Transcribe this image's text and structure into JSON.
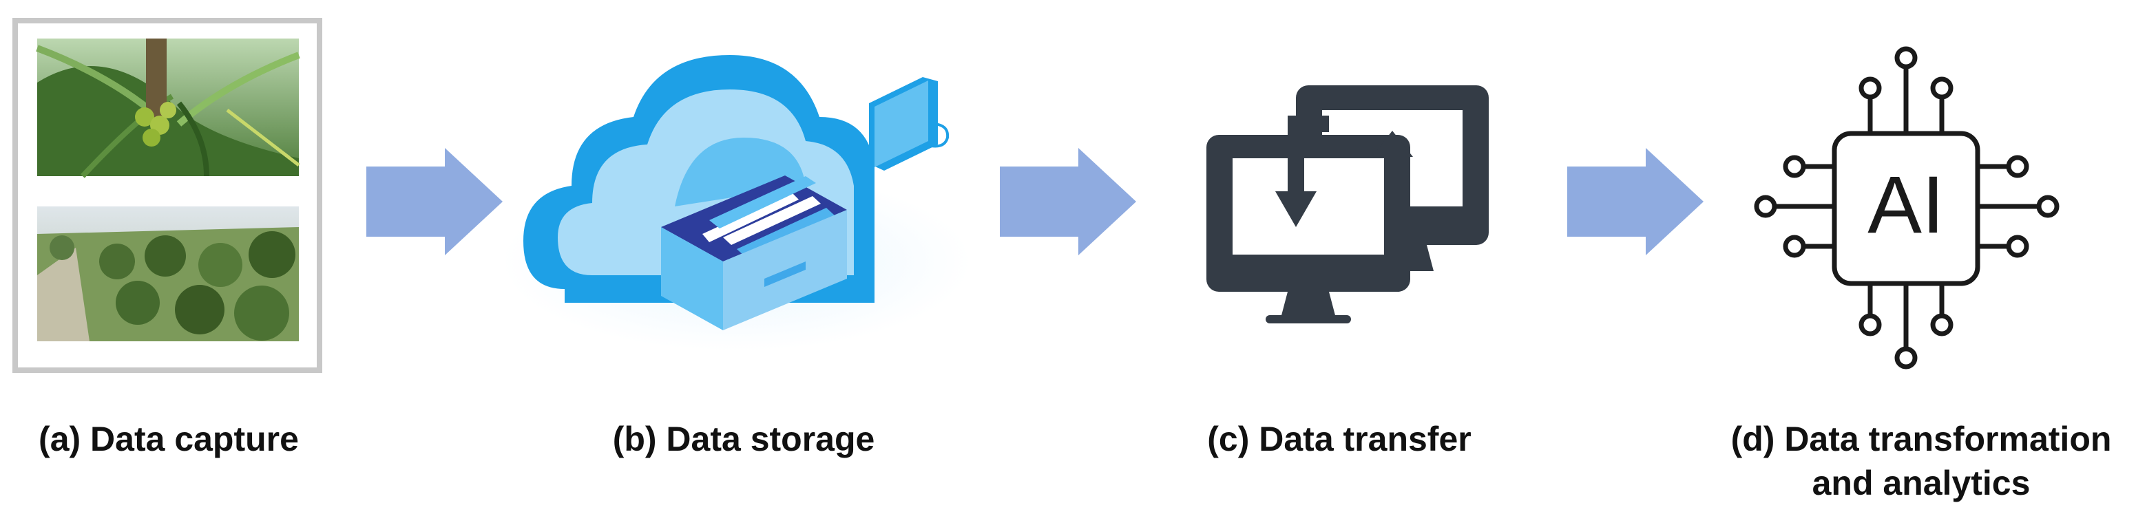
{
  "colors": {
    "arrow": "#8fabe0",
    "frame": "#c8c8c8",
    "cloud_dark": "#1ea0e6",
    "cloud_light": "#a9dcf8",
    "cloud_mid": "#62c1f2",
    "drawer": "#8ccdf3",
    "drawer_inner": "#2d3d9c",
    "monitor": "#343c46",
    "ai_chip": "#1a1a1a"
  },
  "icons": {
    "a": "photo-frame-icon",
    "b": "cloud-storage-icon",
    "c": "monitors-transfer-icon",
    "d": "ai-chip-icon"
  },
  "steps": {
    "a": {
      "caption": "(a) Data capture"
    },
    "b": {
      "caption": "(b) Data storage"
    },
    "c": {
      "caption": "(c) Data transfer"
    },
    "d": {
      "caption_line1": "(d) Data transformation",
      "caption_line2": "and analytics"
    }
  },
  "ai_chip": {
    "label": "AI"
  }
}
